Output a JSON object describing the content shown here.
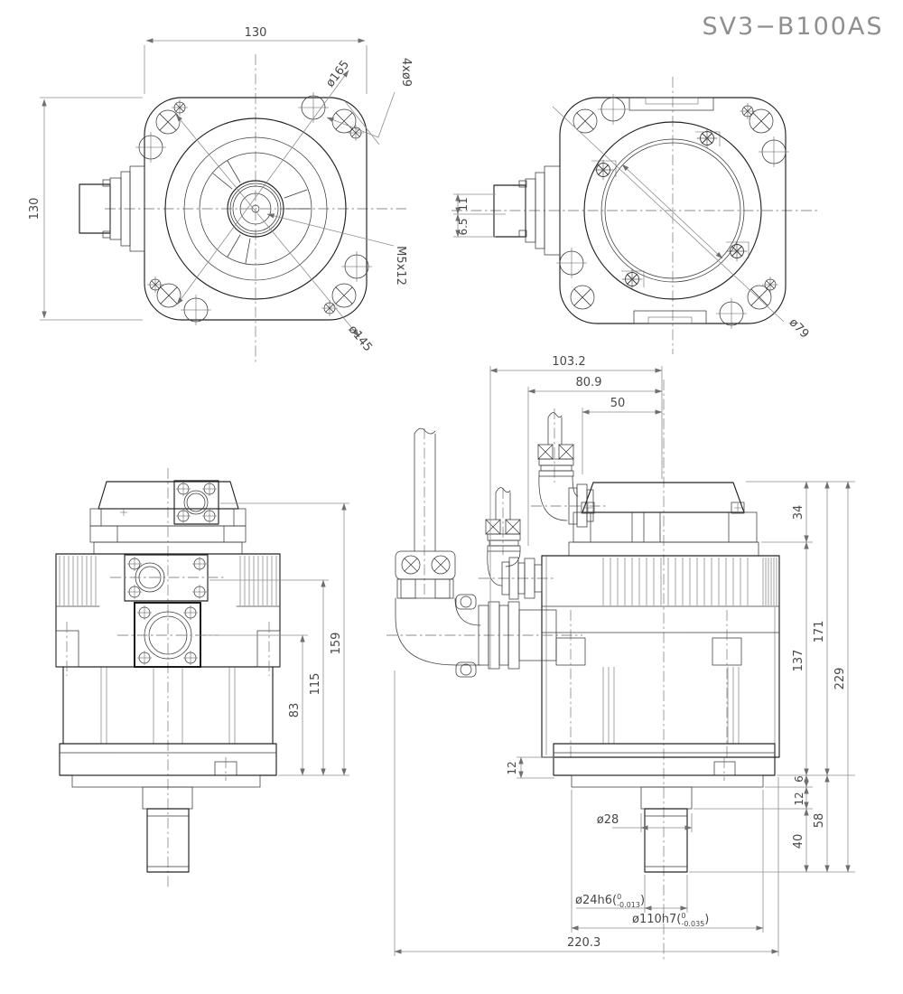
{
  "title": "SV3−B100AS",
  "colors": {
    "background": "#ffffff",
    "object_line": "#232323",
    "dim_line": "#8d8d8d",
    "dim_text": "#474747",
    "title_text": "#8f8f8f"
  },
  "front_view": {
    "dim_width": "130",
    "dim_height": "130",
    "dim_bolt_circle": "ø165",
    "dim_holes": "4xø9",
    "dim_tap": "M5x12",
    "dim_pilot": "ø145"
  },
  "rear_view": {
    "dim_offset_a": "11",
    "dim_offset_b": "6.5",
    "dim_diameter": "ø79"
  },
  "front_elevation": {
    "dim_h_connector": "159",
    "dim_h_upper_port": "115",
    "dim_h_lower_port": "83"
  },
  "side_elevation": {
    "dim_w_a": "103.2",
    "dim_w_b": "80.9",
    "dim_w_c": "50",
    "dim_cap": "34",
    "dim_body": "137",
    "dim_flange": "171",
    "dim_total_h": "229",
    "dim_step": "6",
    "dim_spigot": "12",
    "dim_lower": "58",
    "dim_shaft_len": "40",
    "dim_base": "12",
    "dim_collar": "ø28",
    "dim_total_w": "220.3",
    "shaft_fit": {
      "prefix": "ø24h6(",
      "upper": "0",
      "lower": "-0.013",
      "suffix": ")"
    },
    "spigot_fit": {
      "prefix": "ø110h7(",
      "upper": "0",
      "lower": "-0.035",
      "suffix": ")"
    }
  }
}
